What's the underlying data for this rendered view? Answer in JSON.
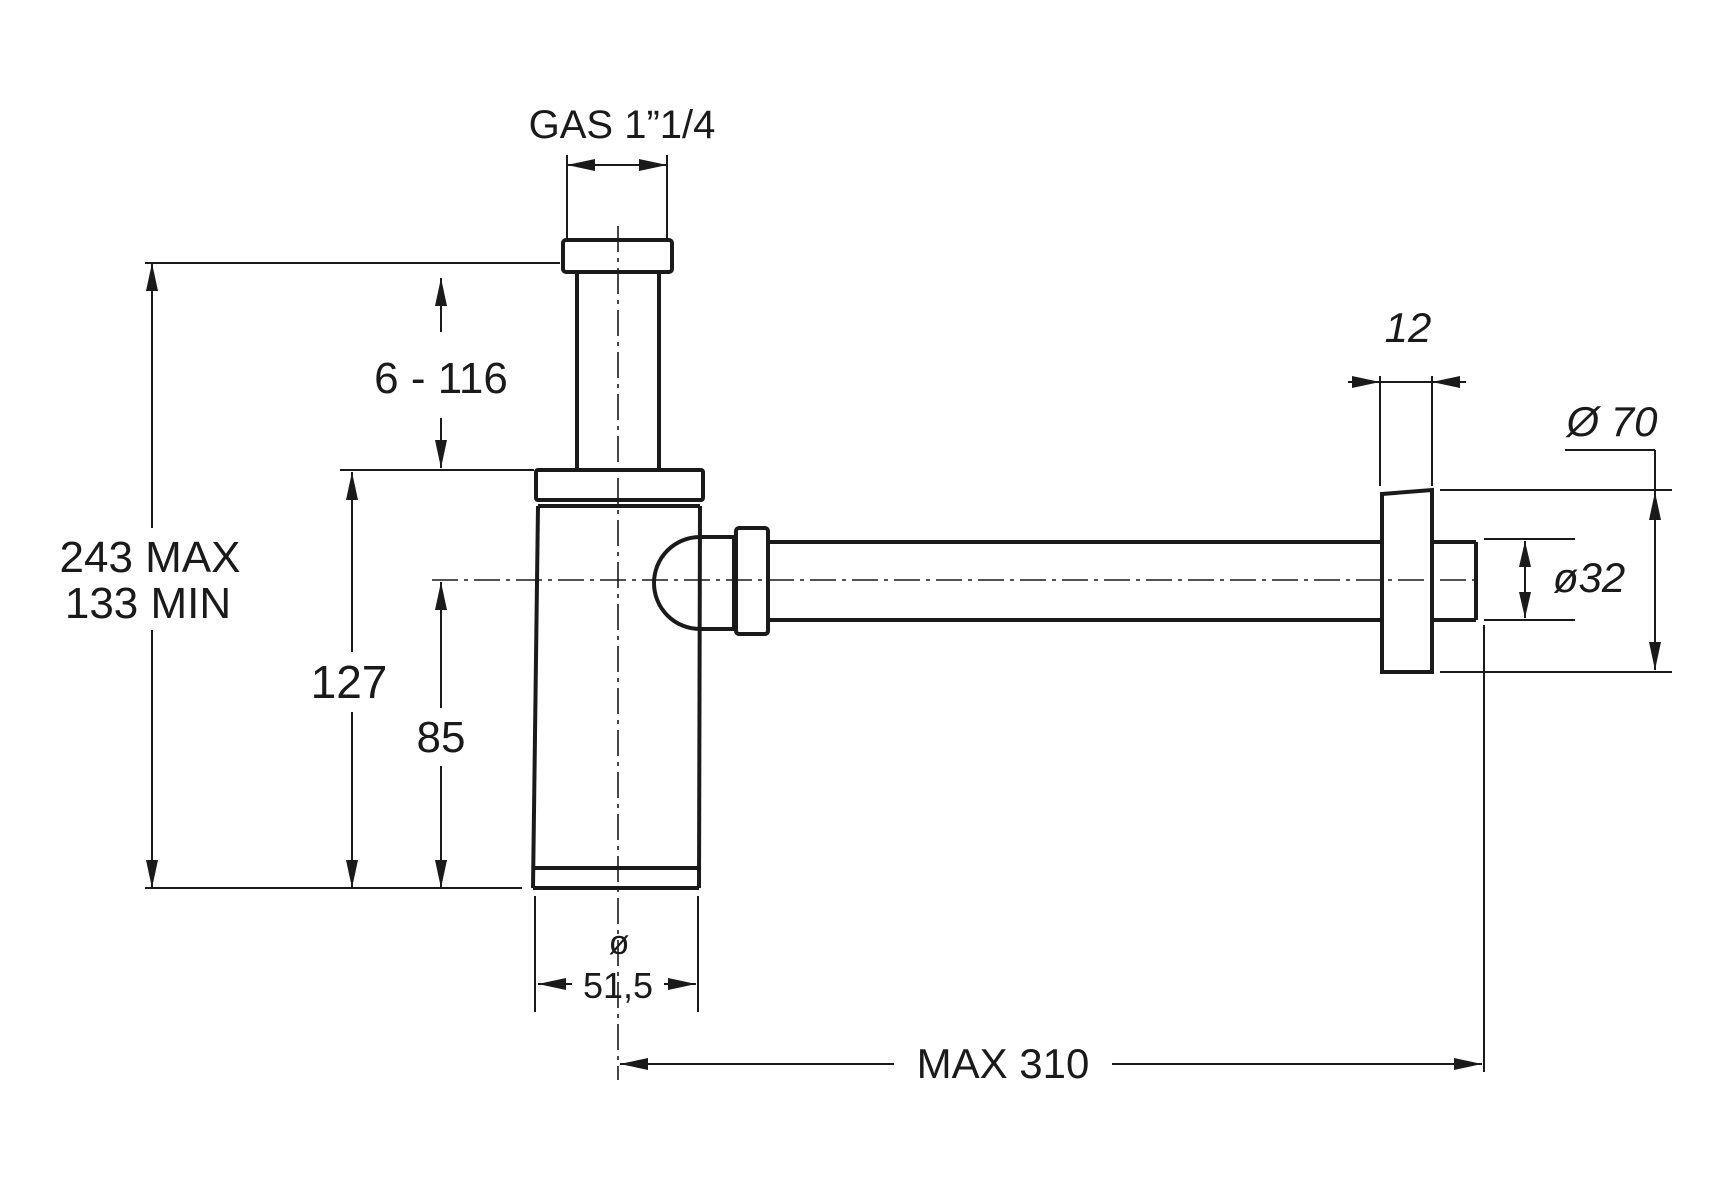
{
  "dimensions": {
    "gas_thread": "GAS 1”1/4",
    "height_range": "6 - 116",
    "overall_height_max": "243 MAX",
    "overall_height_min": "133 MIN",
    "height_127": "127",
    "height_85": "85",
    "body_diameter_symbol": "ø",
    "body_diameter_value": "51,5",
    "max_length": "MAX 310",
    "flange_width": "12",
    "flange_diameter": "Ø 70",
    "outlet_diameter": "ø32"
  }
}
